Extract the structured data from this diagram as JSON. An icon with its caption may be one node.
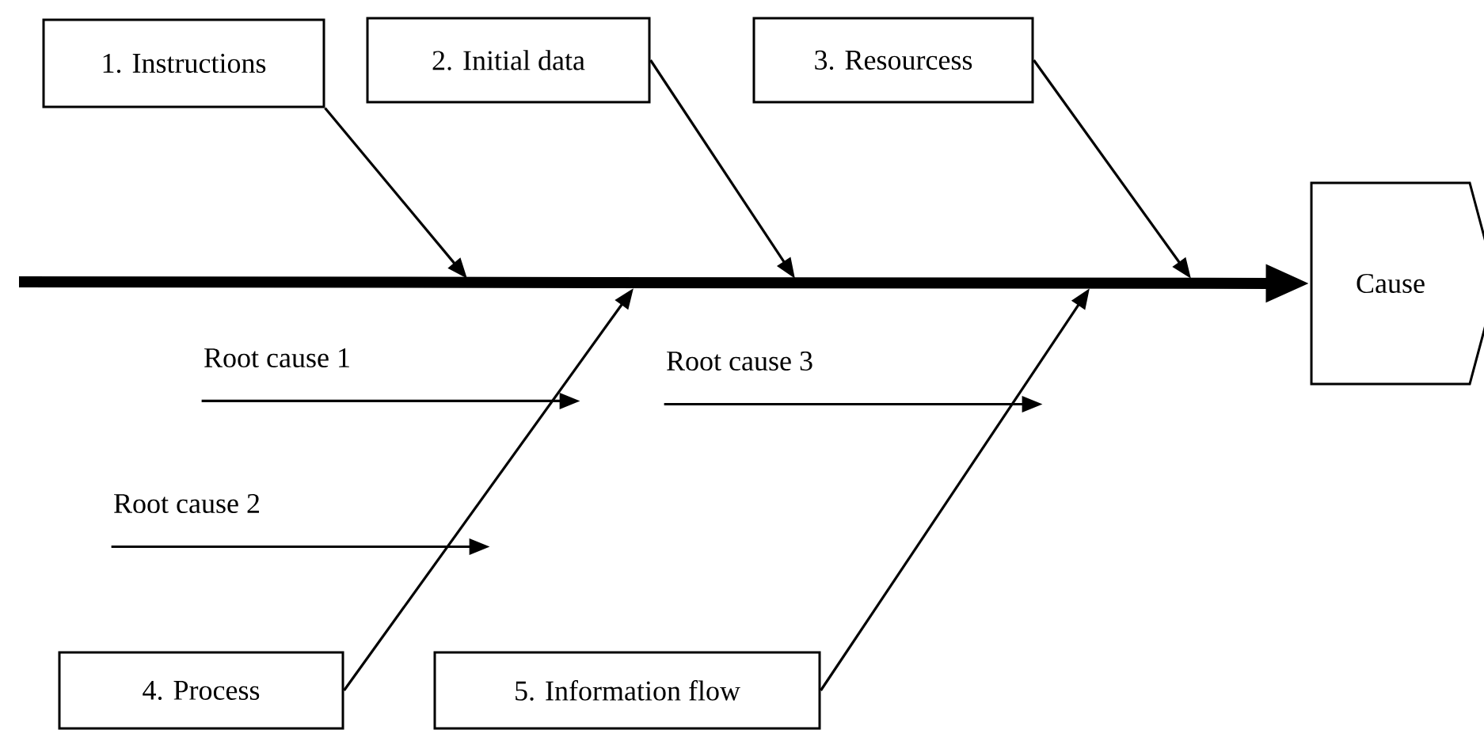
{
  "diagram": {
    "nodes": [
      {
        "text": [
          "1. Instructions"
        ]
      },
      {
        "text": [
          "2. Initial data"
        ]
      },
      {
        "text": [
          "3. Resourcess"
        ]
      },
      {
        "text": [
          "Cause"
        ]
      },
      {
        "text": [
          "4. Process"
        ]
      },
      {
        "text": [
          "5. Information flow"
        ]
      },
      {
        "text": [
          "Root cause 1"
        ]
      },
      {
        "text": [
          "Root cause 2"
        ]
      },
      {
        "text": [
          "Root cause 3"
        ]
      }
    ],
    "edges": [
      {
        "from": null,
        "to": 3,
        "arrow": "to",
        "style": "thick"
      },
      {
        "from": 0,
        "to": null,
        "arrow": "to"
      },
      {
        "from": 1,
        "to": null,
        "arrow": "to"
      },
      {
        "from": 2,
        "to": null,
        "arrow": "to"
      },
      {
        "from": 4,
        "to": null,
        "arrow": "to"
      },
      {
        "from": 5,
        "to": null,
        "arrow": "to"
      },
      {
        "from": 6,
        "to": null,
        "arrow": "to"
      },
      {
        "from": 7,
        "to": null,
        "arrow": "to"
      },
      {
        "from": 8,
        "to": null,
        "arrow": "to"
      }
    ]
  }
}
